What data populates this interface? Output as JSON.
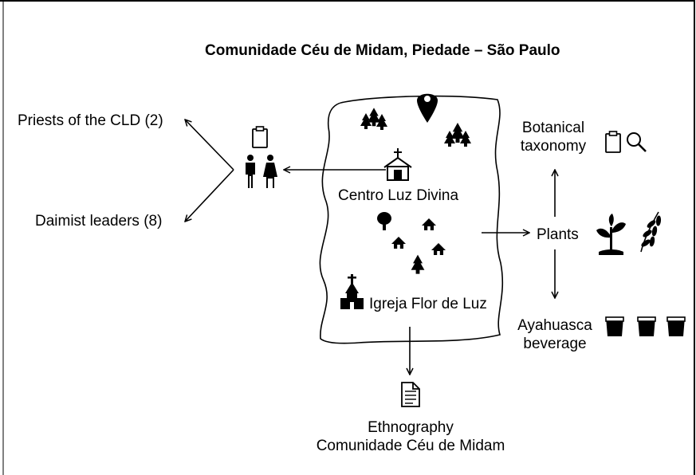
{
  "diagram": {
    "title": "Comunidade Céu de Midam, Piedade – São Paulo",
    "left": {
      "priests": "Priests of the CLD (2)",
      "leaders": "Daimist leaders (8)"
    },
    "map": {
      "centro": "Centro Luz Divina",
      "igreja": "Igreja Flor de Luz"
    },
    "right": {
      "botanical_line1": "Botanical",
      "botanical_line2": "taxonomy",
      "plants": "Plants",
      "ayahuasca_line1": "Ayahuasca",
      "ayahuasca_line2": "beverage"
    },
    "bottom": {
      "line1": "Ethnography",
      "line2": "Comunidade Céu de Midam"
    }
  },
  "icons": {
    "map_pin": "map-pin-icon",
    "pine_trees": "pine-trees-icon",
    "house": "house-icon",
    "deciduous_tree": "deciduous-tree-icon",
    "pine_tree": "pine-tree-icon",
    "church": "church-icon",
    "clipboard": "clipboard-icon",
    "people": "people-icon",
    "magnifier": "magnifier-icon",
    "seedling": "seedling-icon",
    "leaf_branch": "leaf-branch-icon",
    "cup": "cup-icon",
    "document": "document-icon"
  },
  "colors": {
    "ink": "#000000",
    "background": "#ffffff"
  }
}
